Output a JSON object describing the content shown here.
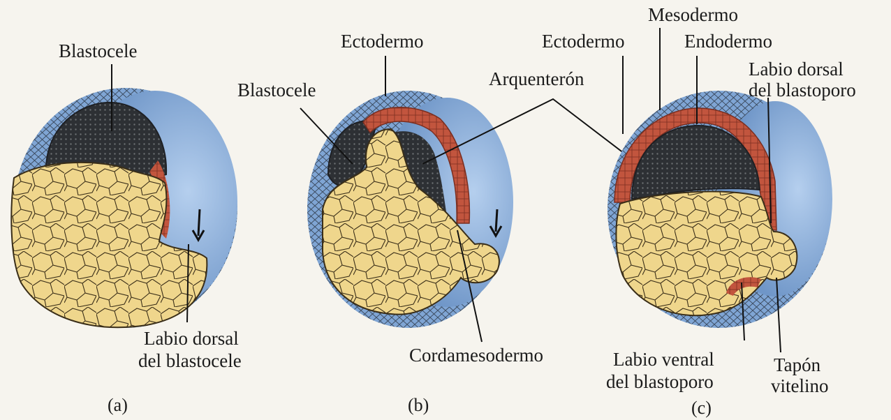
{
  "colors": {
    "background": "#f6f4ee",
    "ectoderm_blue": "#7fa5d4",
    "blue_light": "#a9c6e8",
    "cell_outline": "#3b4a5e",
    "blastocele_dark": "#2d3034",
    "yolk": "#efd68c",
    "yolk_outline": "#3a2e18",
    "mesoderm_red": "#c2553e",
    "label_text": "#1b1b1b"
  },
  "panels": [
    {
      "id": "a",
      "tag": "(a)",
      "labels": {
        "blastocele": "Blastocele",
        "dorsal_lip": [
          "Labio dorsal",
          "del blastocele"
        ]
      }
    },
    {
      "id": "b",
      "tag": "(b)",
      "labels": {
        "ectodermo": "Ectodermo",
        "blastocele": "Blastocele",
        "cordamesodermo": "Cordamesodermo"
      }
    },
    {
      "id": "c",
      "tag": "(c)",
      "labels": {
        "mesodermo": "Mesodermo",
        "ectodermo": "Ectodermo",
        "endodermo": "Endodermo",
        "dorsal_lip": [
          "Labio dorsal",
          "del blastoporo"
        ],
        "ventral_lip": [
          "Labio ventral",
          "del blastoporo"
        ],
        "yolk_plug": [
          "Tapón",
          "vitelino"
        ]
      }
    }
  ],
  "shared_labels": {
    "arquenteron": "Arquenterón"
  }
}
